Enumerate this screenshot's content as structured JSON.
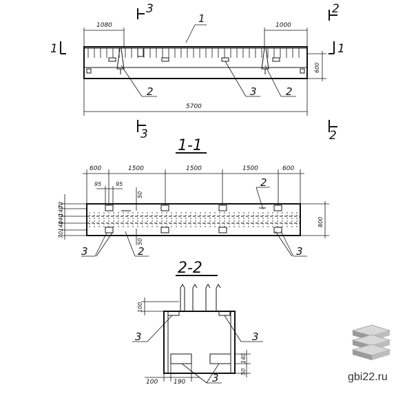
{
  "elevation": {
    "dims": {
      "left_end": "1080",
      "right_end": "1000",
      "overall_length": "5700",
      "height": "600"
    },
    "callouts": [
      "1",
      "2",
      "3",
      "2"
    ],
    "cut_marks": {
      "left": "1",
      "right": "1",
      "top_left": "3",
      "bottom_left": "3",
      "top_right": "2",
      "bottom_right": "2"
    }
  },
  "section_1_1": {
    "title": "1-1",
    "dims": {
      "spans": [
        "600",
        "1500",
        "1500",
        "1500",
        "600"
      ],
      "small_a": "95",
      "small_b": "95",
      "left_stack": [
        "70",
        "140",
        "140",
        "140",
        "70"
      ],
      "top_50": "50",
      "bottom_50": "50",
      "height": "800"
    },
    "callouts": [
      "2",
      "3",
      "2",
      "3"
    ]
  },
  "section_2_2": {
    "title": "2-2",
    "dims": {
      "top_100": "100",
      "bottom_left_100": "100",
      "width_190": "190",
      "right_140": "140",
      "right_50": "50"
    },
    "callouts": [
      "3",
      "3",
      "3"
    ]
  },
  "watermark": {
    "text": "gbi22.ru",
    "logo": "stacked-slabs-logo"
  }
}
